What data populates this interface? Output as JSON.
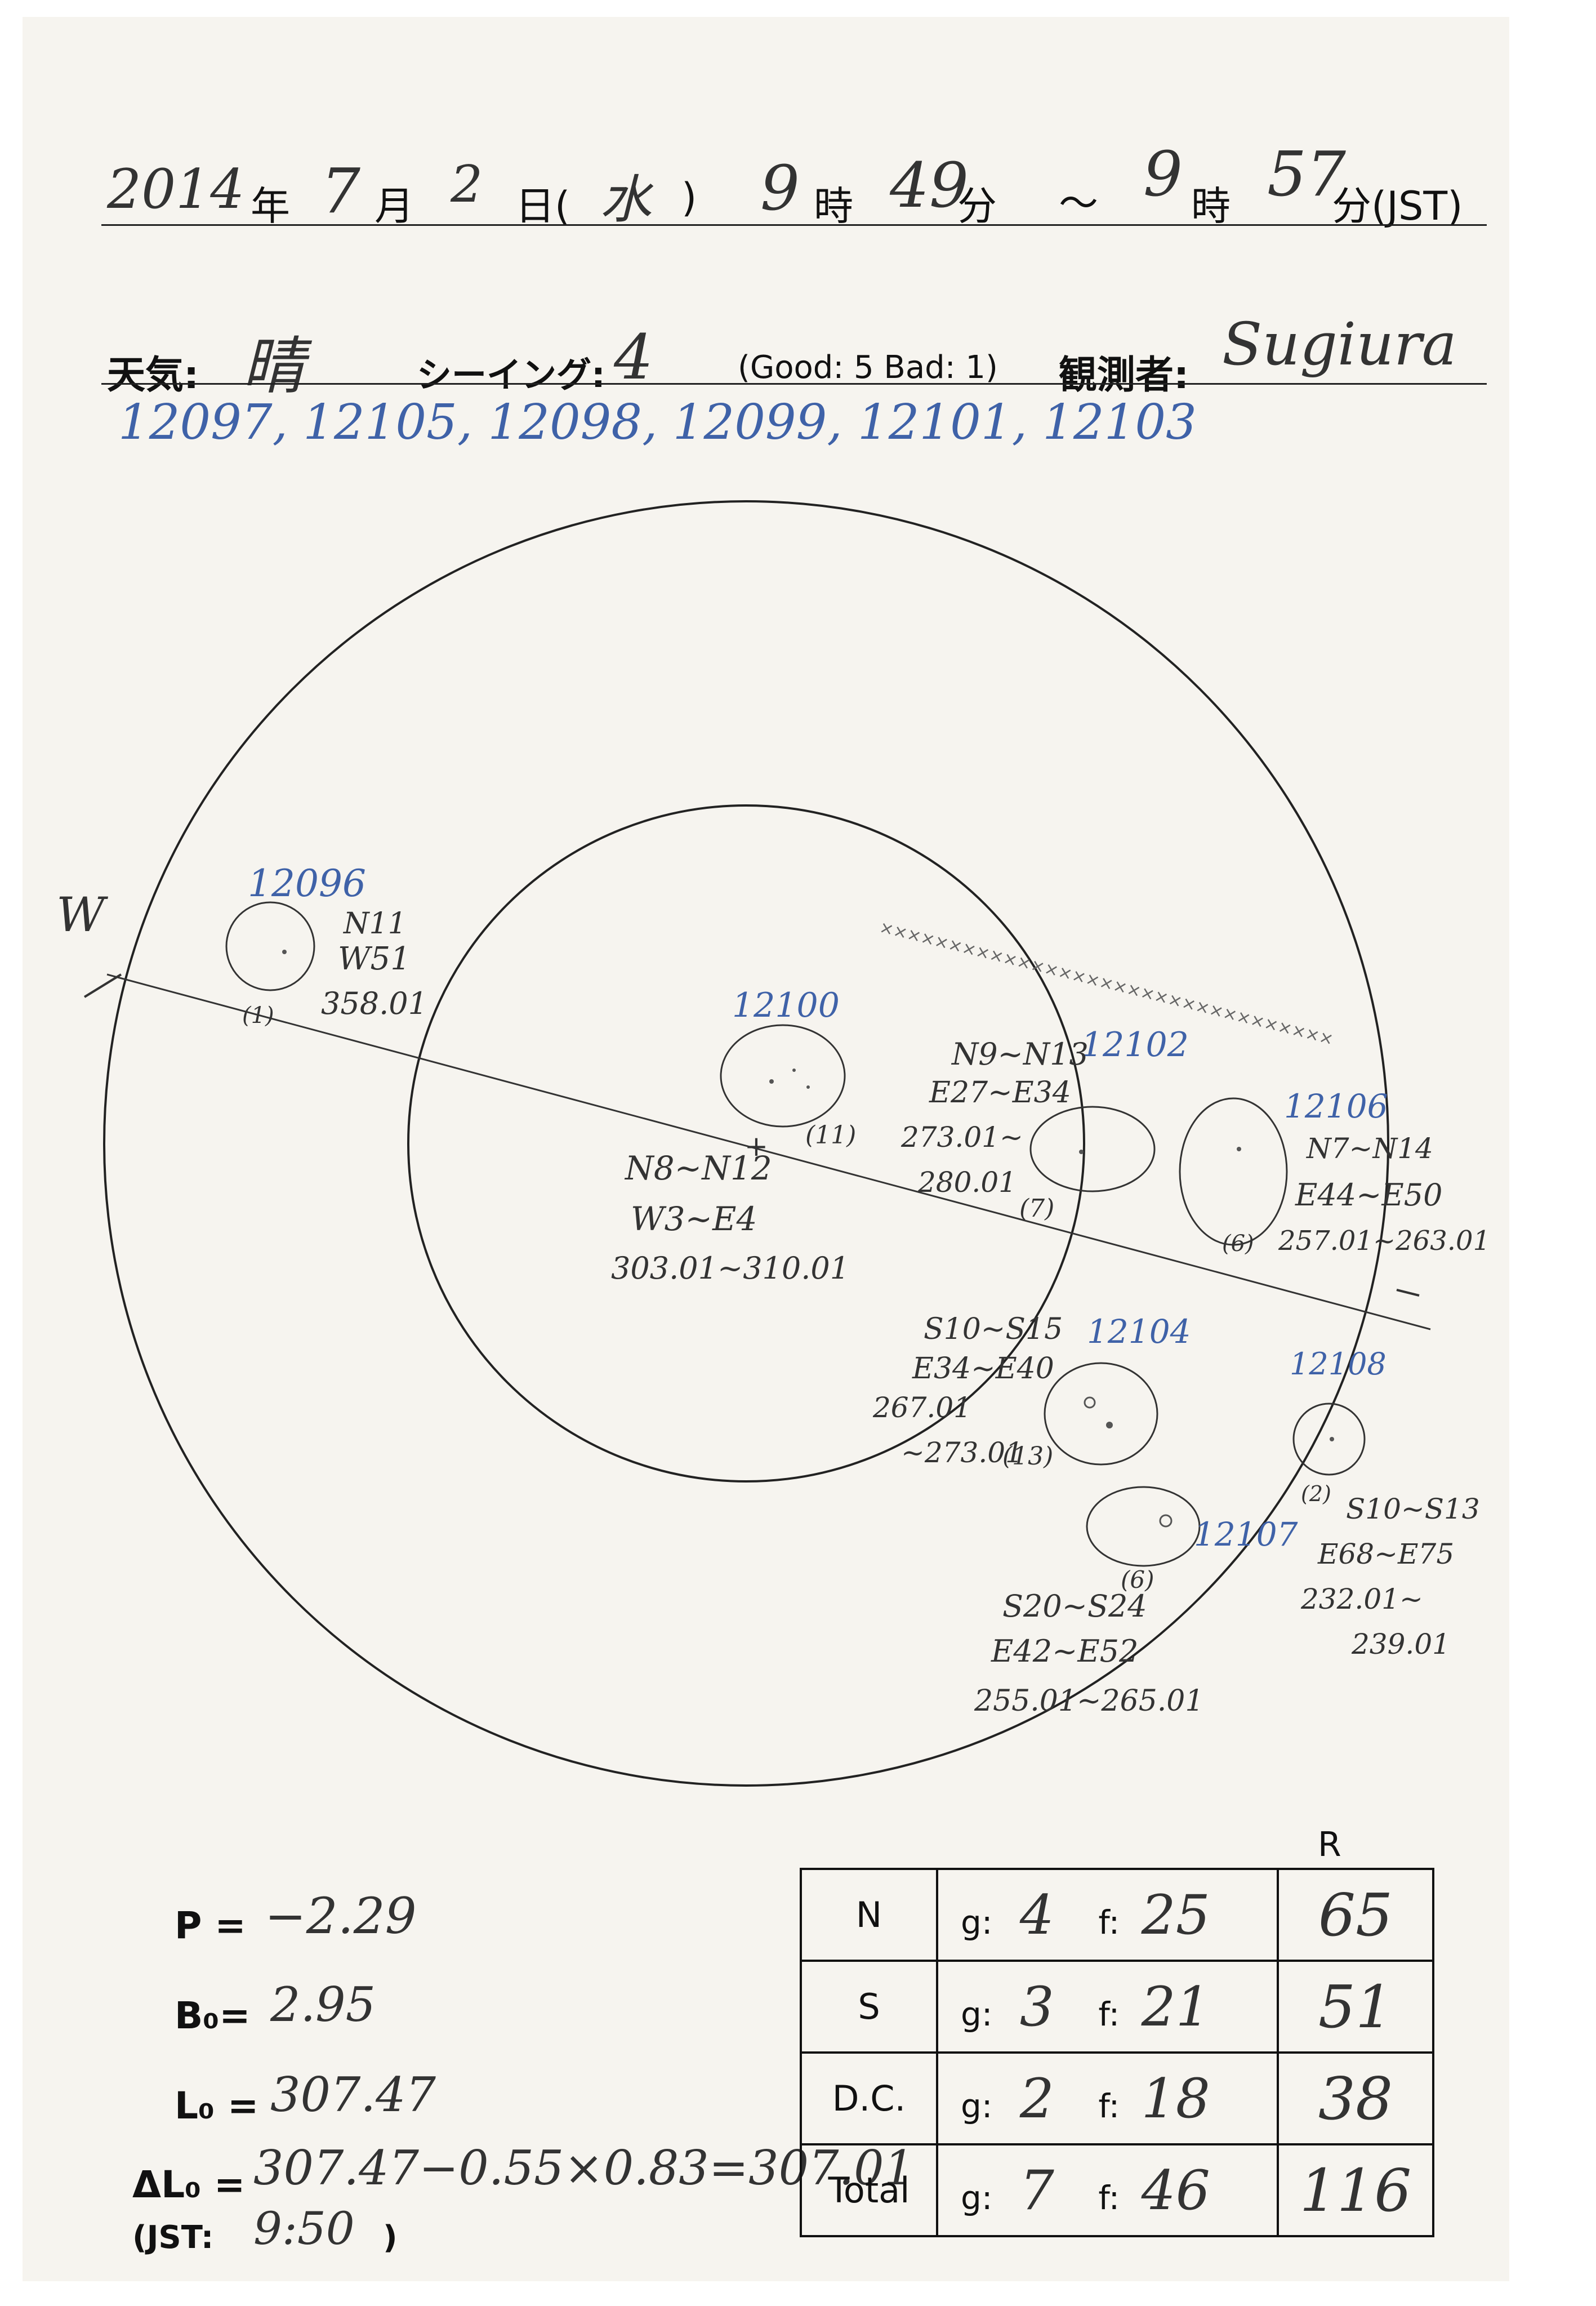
{
  "header": {
    "year": "2014",
    "year_unit": "年",
    "month": "7",
    "month_unit": "月",
    "day": "2",
    "day_unit": "日(",
    "weekday": "水",
    "weekday_close": ")",
    "start_hour": "9",
    "hour_unit": "時",
    "start_min": "49",
    "min_unit": "分",
    "tilde": "〜",
    "end_hour": "9",
    "end_hour_unit": "時",
    "end_min": "57",
    "end_min_unit": "分(JST)"
  },
  "conditions": {
    "weather_label": "天気:",
    "weather_value": "晴",
    "seeing_label": "シーイング:",
    "seeing_value": "4",
    "scale_note": "(Good: 5  Bad: 1)",
    "observer_label": "観測者:",
    "observer_value": "Sugiura"
  },
  "far_side_regions": "12097, 12105, 12098, 12099, 12101, 12103",
  "disk": {
    "direction_label": "W",
    "regions": [
      {
        "id": "12096",
        "lat": "N11",
        "lon": "W51",
        "carr": "358.01",
        "count": "(1)"
      },
      {
        "id": "12100",
        "lat": "N8~N12",
        "lon": "W3~E4",
        "carr": "303.01~310.01",
        "count": "(11)"
      },
      {
        "id": "12102",
        "lat": "N9~N13",
        "lon": "E27~E34",
        "carr_a": "273.01~",
        "carr_b": "280.01",
        "count": "(7)"
      },
      {
        "id": "12106",
        "lat": "N7~N14",
        "lon": "E44~E50",
        "carr": "257.01~263.01",
        "count": "(6)"
      },
      {
        "id": "12104",
        "lat": "S10~S15",
        "lon": "E34~E40",
        "carr_a": "267.01",
        "carr_b": "~273.01",
        "count": "(13)"
      },
      {
        "id": "12108",
        "lat": "S10~S13",
        "lon": "E68~E75",
        "carr_a": "232.01~",
        "carr_b": "239.01",
        "count": "(2)"
      },
      {
        "id": "12107",
        "lat": "S20~S24",
        "lon": "E42~E52",
        "carr": "255.01~265.01",
        "count": "(6)"
      }
    ]
  },
  "params": {
    "p_label": "P =",
    "p_value": "−2.29",
    "b0_label": "B₀=",
    "b0_value": "2.95",
    "l0_label": "L₀ =",
    "l0_value": "307.47",
    "dl0_label": "ΔL₀ =",
    "dl0_value": "307.47−0.55×0.83=307.01",
    "jst_label": "(JST:",
    "jst_value": "9:50",
    "jst_close": ")"
  },
  "count_table": {
    "r_header": "R",
    "g_label": "g:",
    "f_label": "f:",
    "rows": [
      {
        "label": "N",
        "g": "4",
        "f": "25",
        "r": "65"
      },
      {
        "label": "S",
        "g": "3",
        "f": "21",
        "r": "51"
      },
      {
        "label": "D.C.",
        "g": "2",
        "f": "18",
        "r": "38"
      },
      {
        "label": "Total",
        "g": "7",
        "f": "46",
        "r": "116"
      }
    ]
  }
}
